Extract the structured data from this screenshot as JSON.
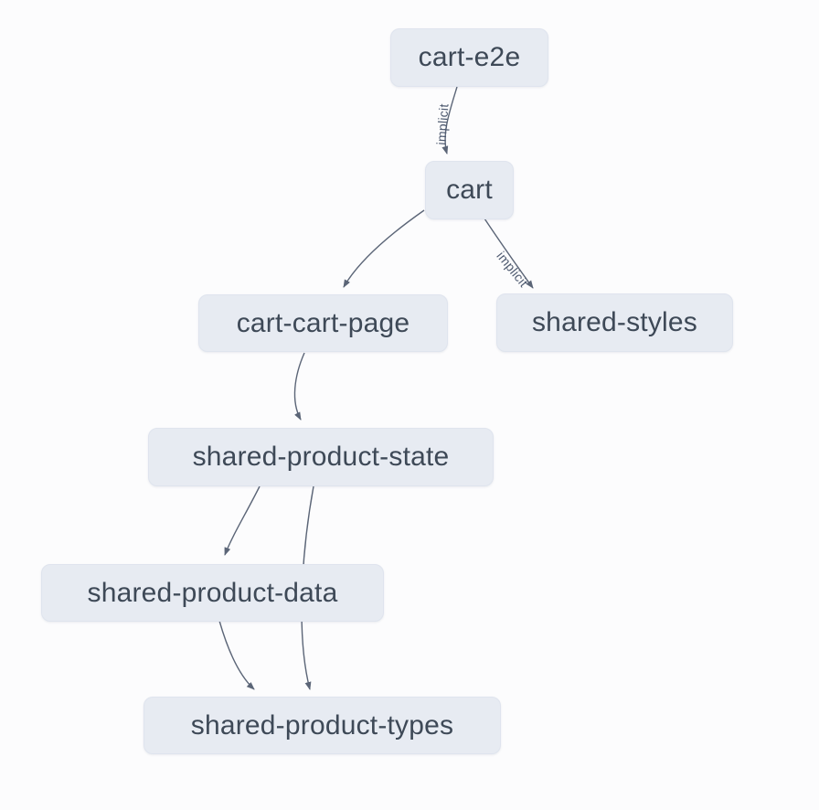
{
  "colors": {
    "canvas_background": "#fcfcfd",
    "node_fill": "#e7ebf2",
    "node_border": "#dfe4ee",
    "node_text": "#3e4957",
    "edge_stroke": "#5b6577",
    "edge_label": "#4d596f"
  },
  "graph": {
    "nodes": [
      {
        "id": "cart-e2e",
        "label": "cart-e2e"
      },
      {
        "id": "cart",
        "label": "cart"
      },
      {
        "id": "cart-cart-page",
        "label": "cart-cart-page"
      },
      {
        "id": "shared-styles",
        "label": "shared-styles"
      },
      {
        "id": "shared-product-state",
        "label": "shared-product-state"
      },
      {
        "id": "shared-product-data",
        "label": "shared-product-data"
      },
      {
        "id": "shared-product-types",
        "label": "shared-product-types"
      }
    ],
    "edges": [
      {
        "from": "cart-e2e",
        "to": "cart",
        "label": "implicit"
      },
      {
        "from": "cart",
        "to": "cart-cart-page",
        "label": ""
      },
      {
        "from": "cart",
        "to": "shared-styles",
        "label": "implicit"
      },
      {
        "from": "cart-cart-page",
        "to": "shared-product-state",
        "label": ""
      },
      {
        "from": "shared-product-state",
        "to": "shared-product-data",
        "label": ""
      },
      {
        "from": "shared-product-state",
        "to": "shared-product-types",
        "label": ""
      },
      {
        "from": "shared-product-data",
        "to": "shared-product-types",
        "label": ""
      }
    ]
  }
}
